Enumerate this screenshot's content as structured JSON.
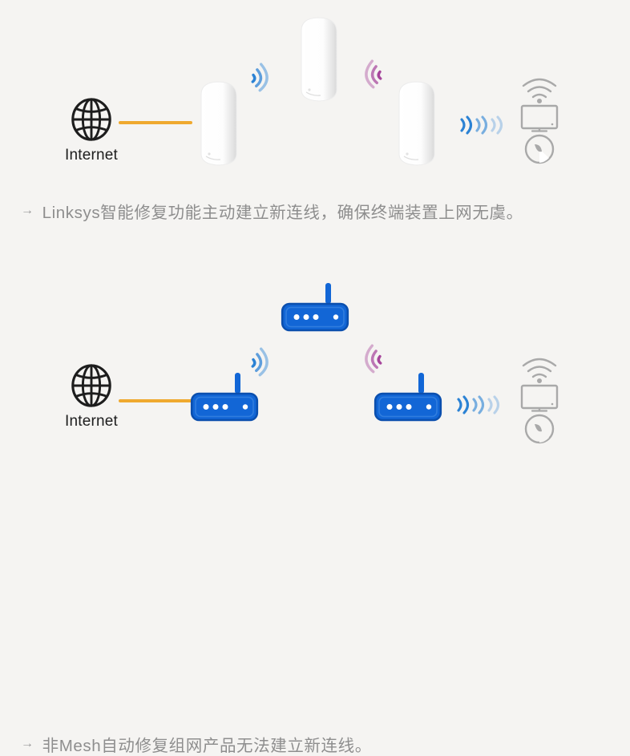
{
  "background_color": "#f5f4f2",
  "colors": {
    "router_blue": "#1266d6",
    "router_blue_dark": "#0b4fae",
    "wave_blue": "#2b82d4",
    "wave_purple": "#a6459b",
    "wire_orange": "#efa92f",
    "device_gray": "#a9a9a9",
    "caption_gray": "#8e8e8e",
    "label_black": "#1d1d1d",
    "velop_white": "#ffffff"
  },
  "panels": [
    {
      "id": "mesh",
      "internet": {
        "label": "Internet",
        "icon": "globe-icon"
      },
      "nodes": [
        {
          "name": "velop-node-left",
          "type": "velop-tower"
        },
        {
          "name": "velop-node-center",
          "type": "velop-tower"
        },
        {
          "name": "velop-node-right",
          "type": "velop-tower"
        }
      ],
      "links": [
        {
          "name": "wired-link-internet",
          "type": "wire",
          "color": "#efa92f"
        },
        {
          "name": "wireless-link-left",
          "type": "wave-cluster",
          "color": "#2b82d4",
          "arcs": 3
        },
        {
          "name": "wireless-link-right",
          "type": "wave-cluster",
          "color": "#a6459b",
          "arcs": 3
        },
        {
          "name": "wireless-link-client",
          "type": "wave-cluster",
          "color": "#2b82d4",
          "arcs": 3
        }
      ],
      "clients": [
        {
          "name": "wifi-icon",
          "label": "wifi-icon"
        },
        {
          "name": "tv-icon",
          "label": "tv-icon"
        },
        {
          "name": "vacuum-icon",
          "label": "robot-vacuum-icon"
        }
      ],
      "caption": {
        "arrow": "→",
        "text": "Linksys智能修复功能主动建立新连线，确保终端装置上网无虞。"
      }
    },
    {
      "id": "nonmesh",
      "internet": {
        "label": "Internet",
        "icon": "globe-icon"
      },
      "nodes": [
        {
          "name": "router-node-left",
          "type": "router"
        },
        {
          "name": "router-node-center",
          "type": "router"
        },
        {
          "name": "router-node-right",
          "type": "router"
        }
      ],
      "links": [
        {
          "name": "wired-link-internet",
          "type": "wire",
          "color": "#efa92f"
        },
        {
          "name": "wireless-link-left",
          "type": "wave-cluster",
          "color": "#2b82d4",
          "arcs": 3
        },
        {
          "name": "wireless-link-right",
          "type": "wave-cluster",
          "color": "#a6459b",
          "arcs": 3
        },
        {
          "name": "wireless-link-client",
          "type": "wave-cluster",
          "color": "#2b82d4",
          "arcs": 3
        }
      ],
      "clients": [
        {
          "name": "wifi-icon",
          "label": "wifi-icon"
        },
        {
          "name": "tv-icon",
          "label": "tv-icon"
        },
        {
          "name": "vacuum-icon",
          "label": "robot-vacuum-icon"
        }
      ],
      "caption": {
        "arrow": "→",
        "text": "非Mesh自动修复组网产品无法建立新连线。"
      }
    }
  ]
}
